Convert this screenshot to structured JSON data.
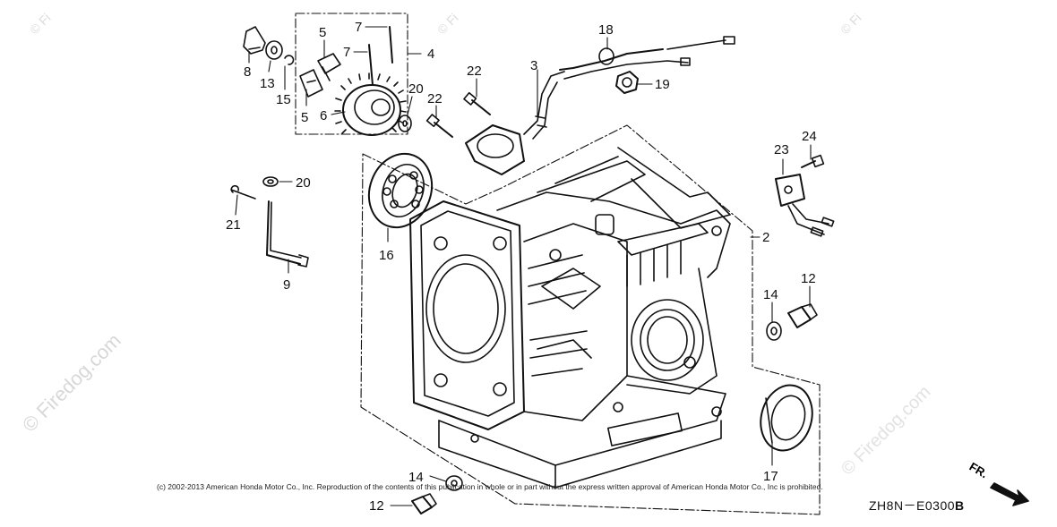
{
  "watermark": {
    "text": "© Firedog.com",
    "corner_text": "© Fi"
  },
  "copyright": "(c) 2002-2013 American Honda Motor Co., Inc. Reproduction of the contents of this publication in whole or in part without the express written approval of American Honda Motor Co., Inc is prohibited.",
  "diagram_code": "ZH8N－E0300",
  "diagram_code_suffix": "B",
  "direction_label": "FR.",
  "callouts": {
    "c2": "2",
    "c3": "3",
    "c4": "4",
    "c5a": "5",
    "c5b": "5",
    "c6": "6",
    "c7a": "7",
    "c7b": "7",
    "c8": "8",
    "c9": "9",
    "c12a": "12",
    "c12b": "12",
    "c13": "13",
    "c14a": "14",
    "c14b": "14",
    "c15": "15",
    "c16": "16",
    "c17": "17",
    "c18": "18",
    "c19": "19",
    "c20a": "20",
    "c20b": "20",
    "c21": "21",
    "c22a": "22",
    "c22b": "22",
    "c23": "23",
    "c24": "24"
  },
  "colors": {
    "line": "#111111",
    "watermark": "#d8d8d8",
    "background": "#ffffff"
  }
}
